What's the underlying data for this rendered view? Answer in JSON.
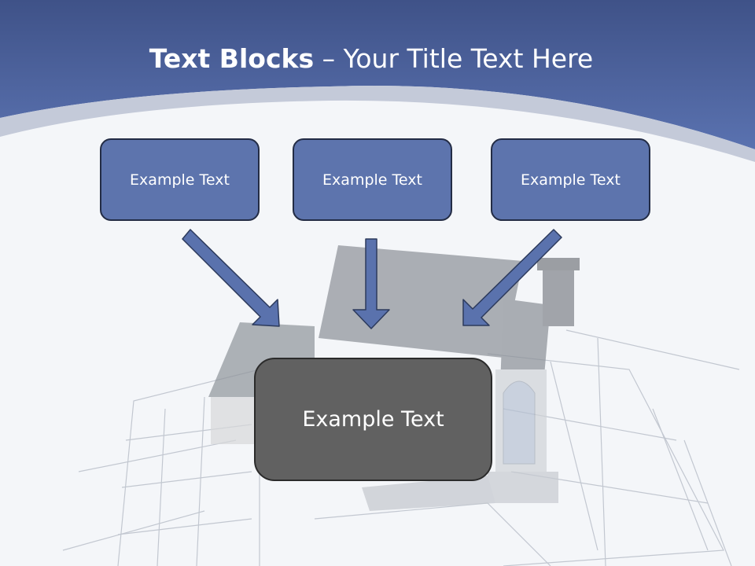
{
  "title": {
    "bold": "Text Blocks",
    "dash": "–",
    "rest": "Your Title Text Here"
  },
  "blocks": {
    "top_left": "Example Text",
    "top_center": "Example Text",
    "top_right": "Example Text",
    "center": "Example Text"
  },
  "colors": {
    "header_blue": "#4d63a0",
    "block_blue": "#5d74ad",
    "block_dark": "#616161",
    "arrow_fill": "#5a72ad"
  }
}
